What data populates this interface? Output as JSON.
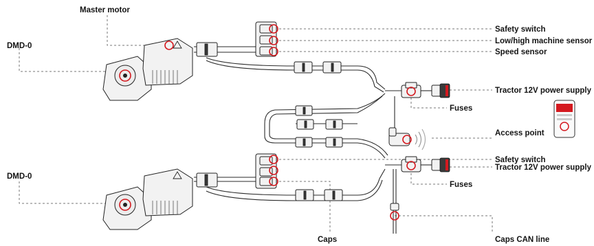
{
  "labels": {
    "master_motor": "Master motor",
    "dmd_top": "DMD-0",
    "dmd_bottom": "DMD-0",
    "safety_switch_top": "Safety switch",
    "low_high_sensor": "Low/high machine sensor",
    "speed_sensor": "Speed sensor",
    "tractor_power_top": "Tractor 12V power supply",
    "fuses_top": "Fuses",
    "access_point": "Access point",
    "safety_switch_bottom": "Safety switch",
    "tractor_power_bottom": "Tractor 12V power supply",
    "fuses_bottom": "Fuses",
    "caps": "Caps",
    "caps_can_line": "Caps CAN line"
  },
  "colors": {
    "highlight": "#d4191f",
    "leader": "#777777",
    "ink": "#141414"
  },
  "icons": {
    "phone": "smartphone-app-icon",
    "wifi": "wifi-signal-icon",
    "warning": "warning-triangle-icon"
  }
}
